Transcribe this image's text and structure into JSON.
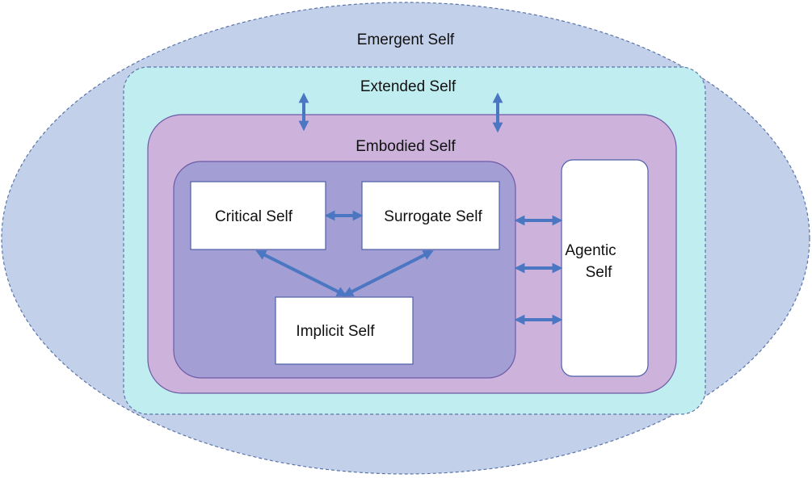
{
  "diagram": {
    "emergent": {
      "label": "Emergent Self",
      "fill": "#c2d0ea",
      "stroke": "#5a74a8"
    },
    "extended": {
      "label": "Extended Self",
      "fill": "#c0eef0",
      "stroke": "#5a74a8"
    },
    "embodied": {
      "label": "Embodied Self",
      "fill": "#cdb3dc",
      "stroke": "#6d5aa6"
    },
    "core_region": {
      "fill": "#a39fd4",
      "stroke": "#6d5aa6"
    },
    "critical": {
      "label": "Critical Self"
    },
    "surrogate": {
      "label": "Surrogate Self"
    },
    "implicit": {
      "label": "Implicit Self"
    },
    "agentic": {
      "label_line1": "Agentic",
      "label_line2": "Self"
    },
    "arrow_color": "#4a76c2",
    "box_fill": "#ffffff",
    "box_stroke": "#4e5fa8"
  }
}
